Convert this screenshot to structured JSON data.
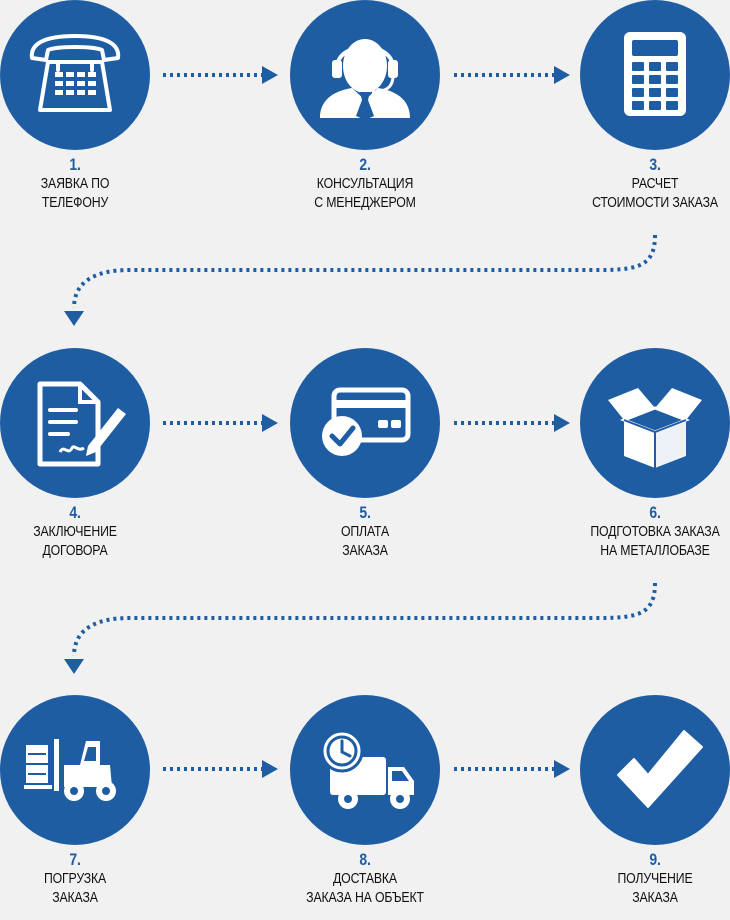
{
  "steps": [
    {
      "number": "1.",
      "line1": "ЗАЯВКА ПО",
      "line2": "ТЕЛЕФОНУ",
      "icon": "phone-icon"
    },
    {
      "number": "2.",
      "line1": "КОНСУЛЬТАЦИЯ",
      "line2": "С МЕНЕДЖЕРОМ",
      "icon": "headset-operator-icon"
    },
    {
      "number": "3.",
      "line1": "РАСЧЕТ",
      "line2": "СТОИМОСТИ ЗАКАЗА",
      "icon": "calculator-icon"
    },
    {
      "number": "4.",
      "line1": "ЗАКЛЮЧЕНИЕ",
      "line2": "ДОГОВОРА",
      "icon": "contract-pen-icon"
    },
    {
      "number": "5.",
      "line1": "ОПЛАТА",
      "line2": "ЗАКАЗА",
      "icon": "card-payment-icon"
    },
    {
      "number": "6.",
      "line1": "ПОДГОТОВКА ЗАКАЗА",
      "line2": "НА МЕТАЛЛОБАЗЕ",
      "icon": "open-box-icon"
    },
    {
      "number": "7.",
      "line1": "ПОГРУЗКА",
      "line2": "ЗАКАЗА",
      "icon": "forklift-icon"
    },
    {
      "number": "8.",
      "line1": "ДОСТАВКА",
      "line2": "ЗАКАЗА НА ОБЪЕКТ",
      "icon": "delivery-truck-icon"
    },
    {
      "number": "9.",
      "line1": "ПОЛУЧЕНИЕ",
      "line2": "ЗАКАЗА",
      "icon": "checkmark-icon"
    }
  ],
  "colors": {
    "accent": "#1f5da3",
    "background": "#f1f1f1",
    "text": "#111111"
  }
}
